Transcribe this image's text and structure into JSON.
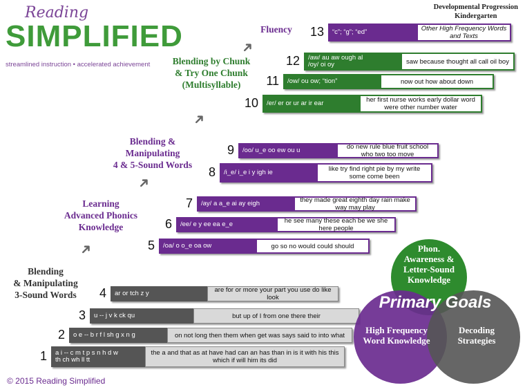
{
  "logo": {
    "line1": "Reading",
    "line2": "SIMPLIFIED",
    "tagline": "streamlined instruction • accelerated achievement"
  },
  "header": {
    "title": "Developmental Progression",
    "subtitle": "Kindergarten"
  },
  "stages": {
    "s1": "Blending\n& Manipulating\n3-Sound Words",
    "s2": "Learning\nAdvanced Phonics\nKnowledge",
    "s3": "Blending &\nManipulating\n4 & 5-Sound Words",
    "s4": "Blending by Chunk\n& Try One Chunk\n(Multisyllable)",
    "s5": "Fluency"
  },
  "levels": [
    {
      "n": "1",
      "a": "a i -- c m t p s n h d w\nth ch wh ll tt",
      "b": "the a and that as at have had can an has than in is it with his this which if will him its did"
    },
    {
      "n": "2",
      "a": "o e -- b r f l sh g x n g",
      "b": "on not long then them when get was says said to into what"
    },
    {
      "n": "3",
      "a": "u -- j v k ck qu",
      "b": "but up of I from one there their"
    },
    {
      "n": "4",
      "a": "ar or tch z y",
      "b": "are for or more your part you use do like look"
    },
    {
      "n": "5",
      "a": "/oa/ o o_e oa ow",
      "b": "go so no would could should"
    },
    {
      "n": "6",
      "a": "/ee/ e y ee ea e_e",
      "b": "he see many these each be we she here people"
    },
    {
      "n": "7",
      "a": "/ay/ a a_e ai ay eigh",
      "b": "they made great eighth day rain make way may play"
    },
    {
      "n": "8",
      "a": "/i_e/ i_e i y igh ie",
      "b": "like try find right pie by my write some come been"
    },
    {
      "n": "9",
      "a": "/oo/ u_e oo ew ou u",
      "b": "do new rule blue fruit school who two too move"
    },
    {
      "n": "10",
      "a": "/er/ er or ur ar ir ear",
      "b": "her first nurse works early dollar word were other number water"
    },
    {
      "n": "11",
      "a": "/ow/ ou ow; “tion”",
      "b": "now out how about down"
    },
    {
      "n": "12",
      "a": "/aw/ au aw ough al\n/oy/ oi oy",
      "b": "saw because thought all call oil boy"
    },
    {
      "n": "13",
      "a": "“c”; “g”; “ed”",
      "b": "Other High Frequency Words and Texts"
    }
  ],
  "venn": {
    "title": "Primary Goals",
    "top": "Phon.\nAwareness &\nLetter-Sound\nKnowledge",
    "left": "High Frequency\nWord Knowledge",
    "right": "Decoding\nStrategies"
  },
  "footer": {
    "copyright": "© 2015 Reading Simplified"
  }
}
